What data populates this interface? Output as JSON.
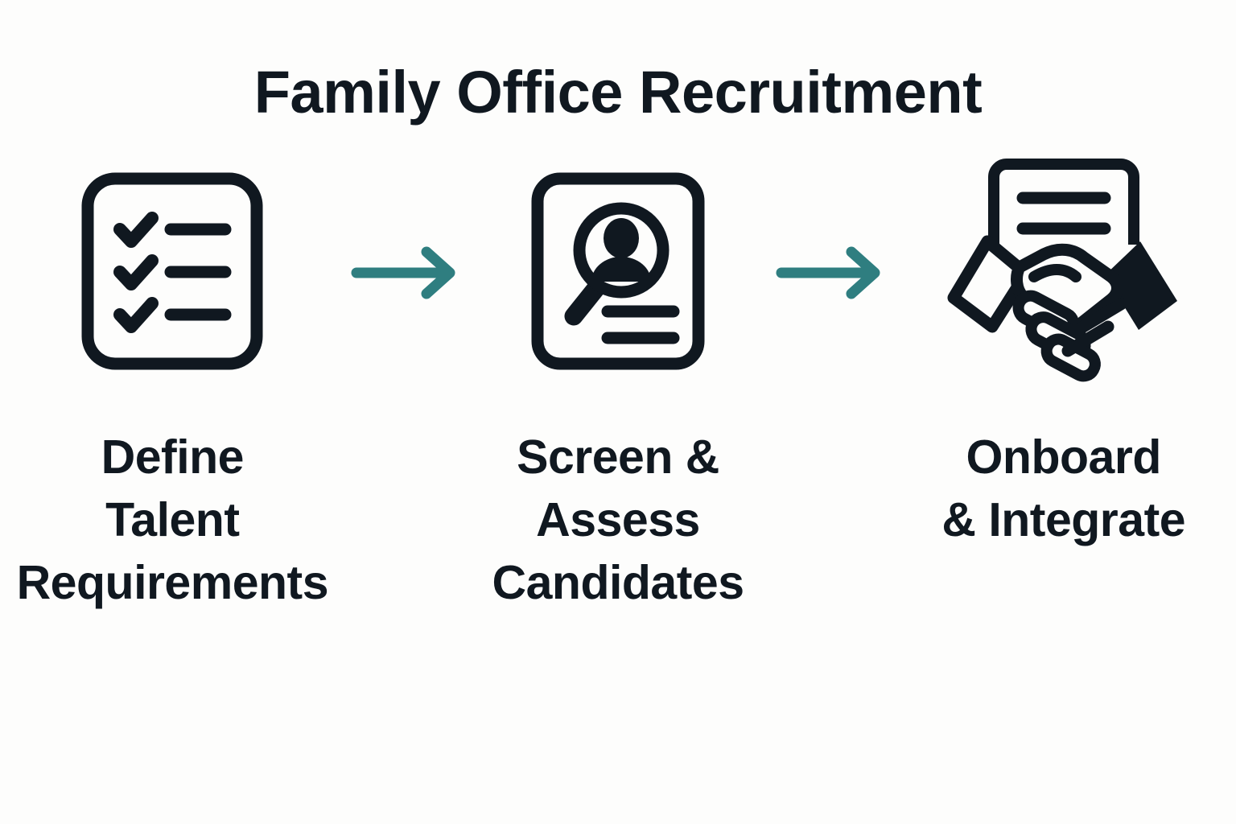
{
  "theme": {
    "background": "#fdfdfc",
    "ink": "#101820",
    "accent": "#2f7e80"
  },
  "header": {
    "title": "Family Office Recruitment"
  },
  "flow": {
    "steps": [
      {
        "index": 1,
        "icon": "checklist-document-icon",
        "caption_lines": [
          "Define",
          "Talent",
          "Requirements"
        ],
        "caption_full": "Define Talent Requirements"
      },
      {
        "index": 2,
        "icon": "candidate-screening-icon",
        "caption_lines": [
          "Screen &",
          "Assess",
          "Candidates"
        ],
        "caption_full": "Screen & Assess Candidates"
      },
      {
        "index": 3,
        "icon": "handshake-agreement-icon",
        "caption_lines": [
          "Onboard",
          "& Integrate"
        ],
        "caption_full": "Onboard & Integrate"
      }
    ],
    "connectors": [
      {
        "index": 1,
        "icon": "arrow-right-icon",
        "color": "#2f7e80"
      },
      {
        "index": 2,
        "icon": "arrow-right-icon",
        "color": "#2f7e80"
      }
    ]
  }
}
